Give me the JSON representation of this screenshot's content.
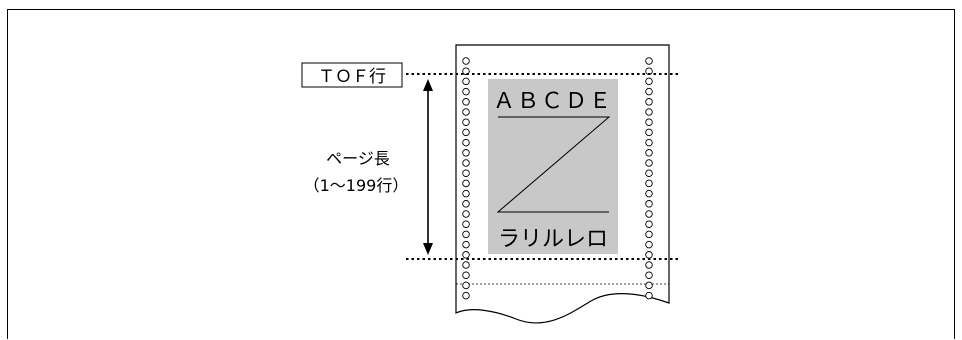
{
  "diagram": {
    "tof_label": "ＴＯＦ行",
    "page_length_label": "ページ長",
    "page_length_range": "（1～199行）",
    "sample_top_text": "ＡＢＣＤＥ",
    "sample_bottom_text": "ラリルレロ",
    "colors": {
      "line": "#000000",
      "print_area": "#c8c8c8",
      "background": "#ffffff"
    }
  }
}
